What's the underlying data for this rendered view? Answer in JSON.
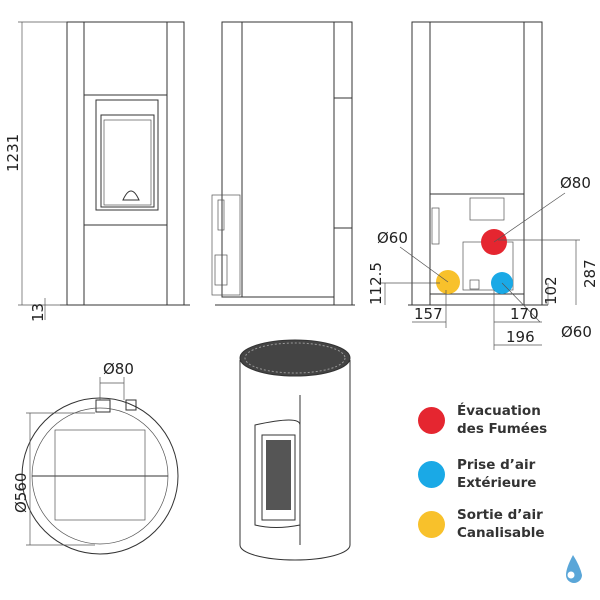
{
  "dimensions": {
    "height_total": "1231",
    "foot_height": "13",
    "back_flue_diameter": "Ø80",
    "back_left_diameter": "Ø60",
    "back_right_diameter": "Ø60",
    "height_112": "112.5",
    "height_102": "102",
    "height_287": "287",
    "width_157": "157",
    "width_170": "170",
    "width_196": "196",
    "top_flue_diameter": "Ø80",
    "top_diameter": "Ø560"
  },
  "legend": [
    {
      "line1": "Évacuation",
      "line2": "des Fumées",
      "color": "#e52630"
    },
    {
      "line1": "Prise d’air",
      "line2": "Extérieure",
      "color": "#1aa9e6"
    },
    {
      "line1": "Sortie d’air",
      "line2": "Canalisable",
      "color": "#f8c12b"
    }
  ],
  "colors": {
    "logo": "#5aa6d8"
  }
}
